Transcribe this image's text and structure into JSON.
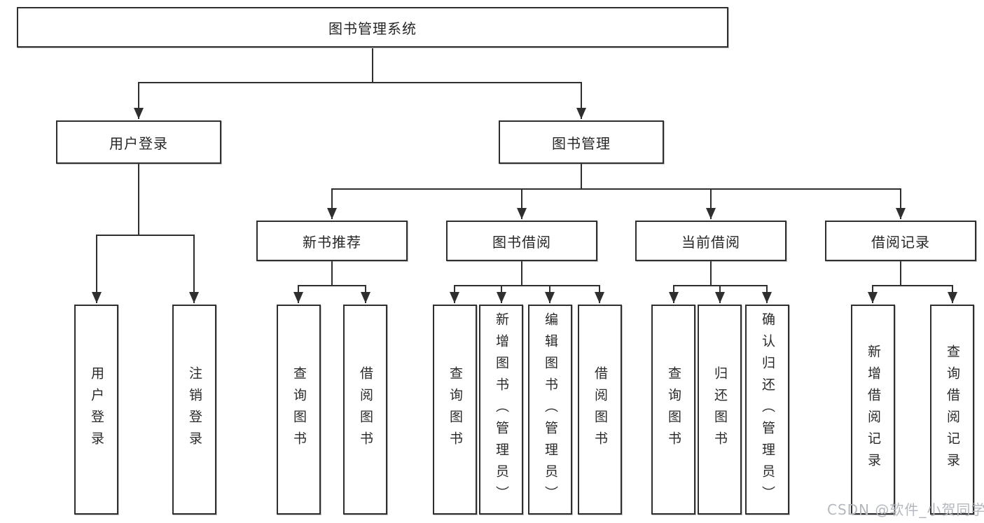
{
  "tree": {
    "root_label": "图书管理系统",
    "user_login": {
      "label": "用户登录",
      "children": [
        "用户登录",
        "注销登录"
      ]
    },
    "book_mgmt": {
      "label": "图书管理",
      "new_books": {
        "label": "新书推荐",
        "children": [
          "查询图书",
          "借阅图书"
        ]
      },
      "book_borrow": {
        "label": "图书借阅",
        "children": [
          "查询图书",
          "新增图书（管理员）",
          "编辑图书（管理员）",
          "借阅图书"
        ]
      },
      "current_borrow": {
        "label": "当前借阅",
        "children": [
          "查询图书",
          "归还图书",
          "确认归还（管理员）"
        ]
      },
      "borrow_records": {
        "label": "借阅记录",
        "children": [
          "新增借阅记录",
          "查询借阅记录"
        ]
      }
    }
  },
  "watermark": "CSDN @软件_小贺同学",
  "colors": {
    "line": "#2f2f2f",
    "box_border": "#2f2f2f",
    "text": "#262626",
    "watermark": "#b3b7be",
    "background": "#ffffff"
  }
}
